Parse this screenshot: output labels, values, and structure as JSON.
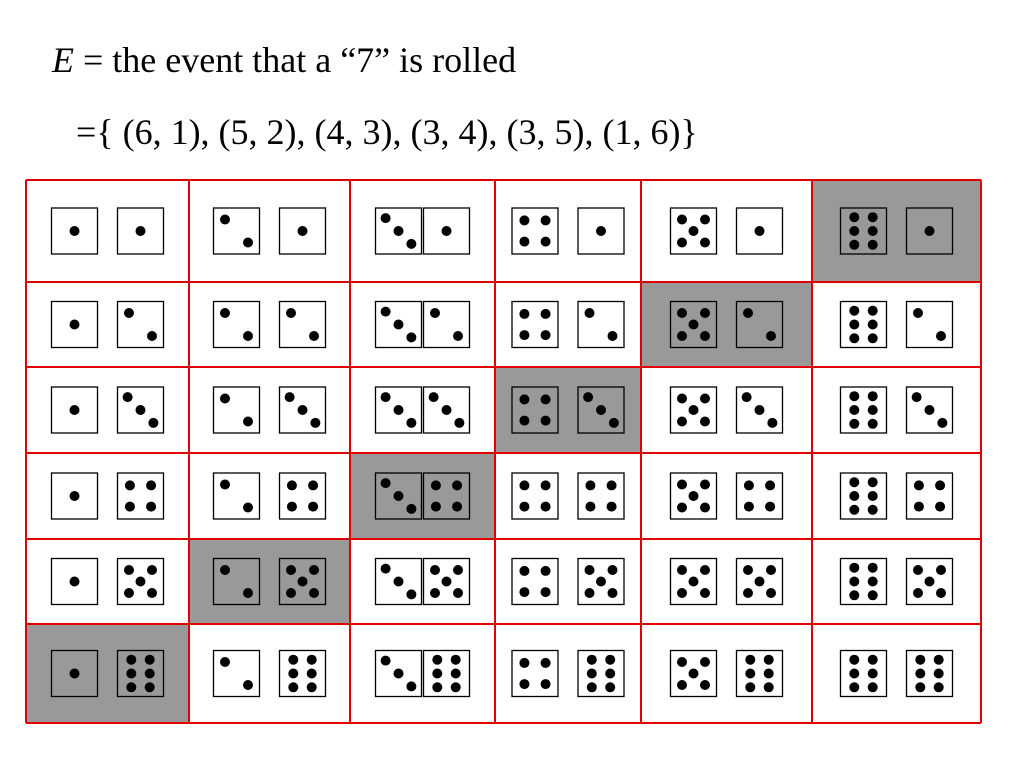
{
  "slide": {
    "event_var": "E",
    "event_desc": " = the event that a “7” is rolled",
    "outcomes": "={ (6, 1), (5, 2), (4, 3), (3, 4), (3, 5), (1, 6)}"
  },
  "table": {
    "rows": [
      [
        [
          1,
          1
        ],
        [
          2,
          1
        ],
        [
          3,
          1
        ],
        [
          4,
          1
        ],
        [
          5,
          1
        ],
        [
          6,
          1
        ]
      ],
      [
        [
          1,
          2
        ],
        [
          2,
          2
        ],
        [
          3,
          2
        ],
        [
          4,
          2
        ],
        [
          5,
          2
        ],
        [
          6,
          2
        ]
      ],
      [
        [
          1,
          3
        ],
        [
          2,
          3
        ],
        [
          3,
          3
        ],
        [
          4,
          3
        ],
        [
          5,
          3
        ],
        [
          6,
          3
        ]
      ],
      [
        [
          1,
          4
        ],
        [
          2,
          4
        ],
        [
          3,
          4
        ],
        [
          4,
          4
        ],
        [
          5,
          4
        ],
        [
          6,
          4
        ]
      ],
      [
        [
          1,
          5
        ],
        [
          2,
          5
        ],
        [
          3,
          5
        ],
        [
          4,
          5
        ],
        [
          5,
          5
        ],
        [
          6,
          5
        ]
      ],
      [
        [
          1,
          6
        ],
        [
          2,
          6
        ],
        [
          3,
          6
        ],
        [
          4,
          6
        ],
        [
          5,
          6
        ],
        [
          6,
          6
        ]
      ]
    ],
    "highlighted_cells": [
      [
        0,
        5
      ],
      [
        1,
        4
      ],
      [
        2,
        3
      ],
      [
        3,
        2
      ],
      [
        4,
        1
      ],
      [
        5,
        0
      ]
    ]
  },
  "colors": {
    "grid_line": "#e00000",
    "highlight": "#999999",
    "die_border": "#000000",
    "pip": "#000000",
    "die_face": "#ffffff"
  }
}
